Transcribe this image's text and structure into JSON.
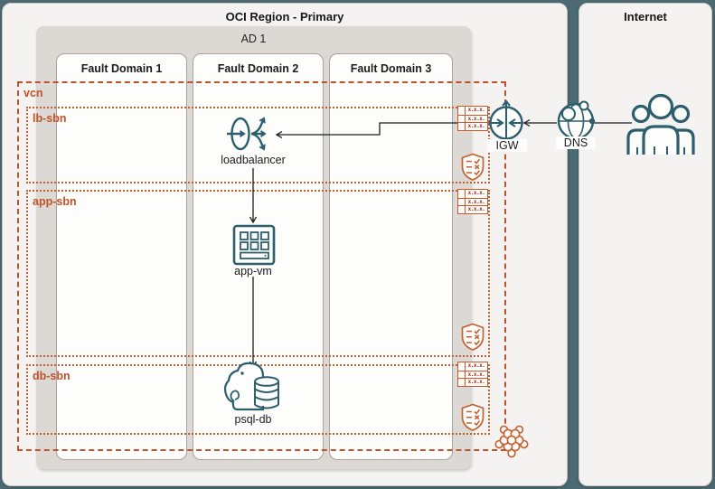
{
  "titles": {
    "region": "OCI Region - Primary",
    "internet": "Internet",
    "ad": "AD 1"
  },
  "fault_domains": [
    {
      "label": "Fault Domain 1"
    },
    {
      "label": "Fault Domain 2"
    },
    {
      "label": "Fault Domain 3"
    }
  ],
  "network": {
    "vcn_label": "vcn",
    "subnets": [
      {
        "label": "lb-sbn"
      },
      {
        "label": "app-sbn"
      },
      {
        "label": "db-sbn"
      }
    ],
    "route_rule_text": "x.x.x."
  },
  "nodes": {
    "loadbalancer": "loadbalancer",
    "app_vm": "app-vm",
    "psql_db": "psql-db",
    "igw": "IGW",
    "dns": "DNS"
  },
  "icons": [
    "loadbalancer-icon",
    "app-vm-icon",
    "psql-db-icon",
    "igw-icon",
    "dns-icon",
    "users-icon",
    "route-table-icon",
    "security-list-icon",
    "vcn-hex-icon"
  ],
  "colors": {
    "background": "#4b6a74",
    "panel": "#f4f3f1",
    "ad_panel": "#dcd9d4",
    "fd_panel": "#fdfdfc",
    "orange_border": "#c0512b",
    "orange_icon": "#c4602f",
    "teal_icon": "#2d5e6d",
    "connector": "#1c1c1c"
  }
}
